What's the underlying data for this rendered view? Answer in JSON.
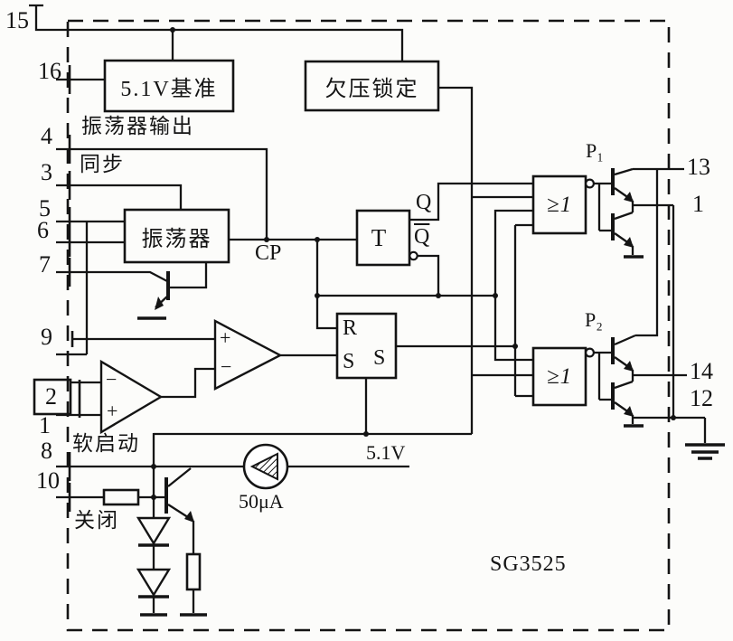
{
  "colors": {
    "ink": "#141414",
    "background": "#fcfcfa"
  },
  "chip": {
    "name": "SG3525"
  },
  "blocks": {
    "reference": "5.1V基准",
    "uvlo": "欠压锁定",
    "oscillator": "振荡器",
    "flipflop": "T",
    "latch_r": "R",
    "latch_s_in": "S",
    "latch_s_out": "S",
    "nor_gate_1": "≥1",
    "nor_gate_2": "≥1"
  },
  "pins_left": [
    "15",
    "16",
    "4",
    "3",
    "5",
    "6",
    "7",
    "9",
    "2",
    "1",
    "8",
    "10"
  ],
  "pins_right": [
    "13",
    "1",
    "14",
    "12"
  ],
  "net_labels": {
    "oscillator_output": "振荡器输出",
    "sync": "同步",
    "soft_start": "软启动",
    "shutdown": "关闭",
    "clock": "CP",
    "q": "Q",
    "q_bar": "Q",
    "p1": "P₁",
    "p2": "P₂",
    "vref": "5.1V",
    "bias_current": "50μA"
  },
  "amp_signs": {
    "error_amp_top": "−",
    "error_amp_bottom": "+",
    "comparator_top": "+",
    "comparator_bottom": "−"
  }
}
